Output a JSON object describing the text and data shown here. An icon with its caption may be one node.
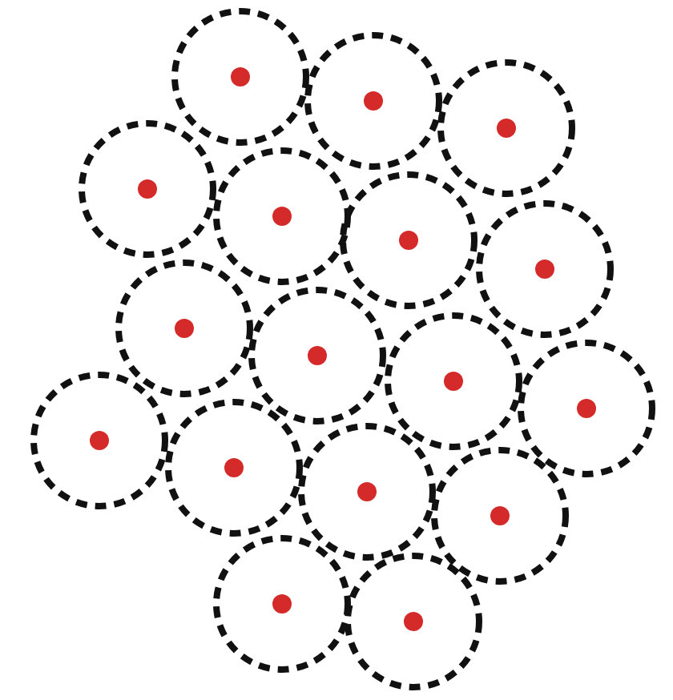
{
  "diagram": {
    "nodes": [
      {
        "text": [],
        "shape": "circle"
      },
      {
        "text": [],
        "shape": "circle"
      },
      {
        "text": [],
        "shape": "circle"
      },
      {
        "text": [],
        "shape": "circle"
      },
      {
        "text": [],
        "shape": "circle"
      },
      {
        "text": [],
        "shape": "circle"
      },
      {
        "text": [],
        "shape": "circle"
      },
      {
        "text": [],
        "shape": "circle"
      },
      {
        "text": [],
        "shape": "circle"
      },
      {
        "text": [],
        "shape": "circle"
      },
      {
        "text": [],
        "shape": "circle"
      },
      {
        "text": [],
        "shape": "circle"
      },
      {
        "text": [],
        "shape": "circle"
      },
      {
        "text": [],
        "shape": "circle"
      },
      {
        "text": [],
        "shape": "circle"
      },
      {
        "text": [],
        "shape": "circle"
      },
      {
        "text": [],
        "shape": "circle"
      }
    ]
  }
}
